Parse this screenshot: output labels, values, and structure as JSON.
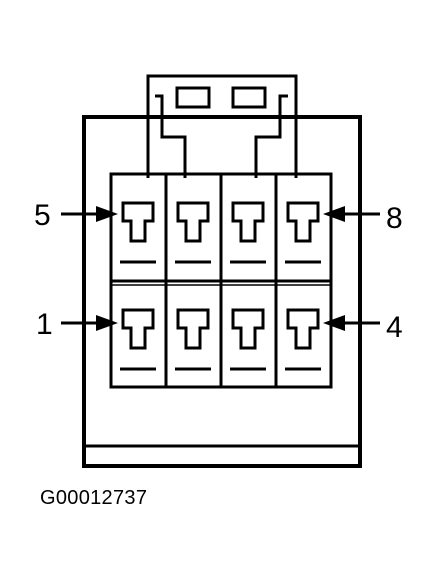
{
  "diagram": {
    "pin_labels": {
      "top_left": "5",
      "top_right": "8",
      "bottom_left": "1",
      "bottom_right": "4"
    },
    "figure_id": "G00012737",
    "colors": {
      "ink": "#000000",
      "paper": "#ffffff"
    }
  }
}
